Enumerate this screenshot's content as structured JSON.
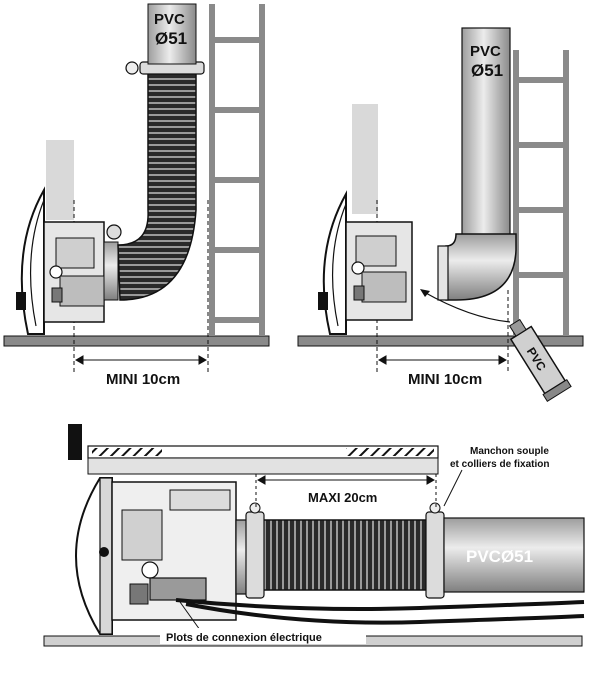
{
  "top_left": {
    "pipe_label_line1": "PVC",
    "pipe_label_line2": "Ø51",
    "dimension_label": "MINI 10cm"
  },
  "top_right": {
    "pipe_label_line1": "PVC",
    "pipe_label_line2": "Ø51",
    "dimension_label": "MINI 10cm",
    "glue_tube_label": "PVC"
  },
  "bottom": {
    "max_label": "MAXI 20cm",
    "sleeve_label_line1": "Manchon souple",
    "sleeve_label_line2": "et colliers de fixation",
    "pipe_label": "PVCØ51",
    "connector_label": "Plots de connexion électrique"
  },
  "colors": {
    "ink": "#111111",
    "pipe_gray": "#c8c8c8",
    "wall_gray": "#d9d9d9",
    "floor_gray": "#8a8a8a"
  }
}
